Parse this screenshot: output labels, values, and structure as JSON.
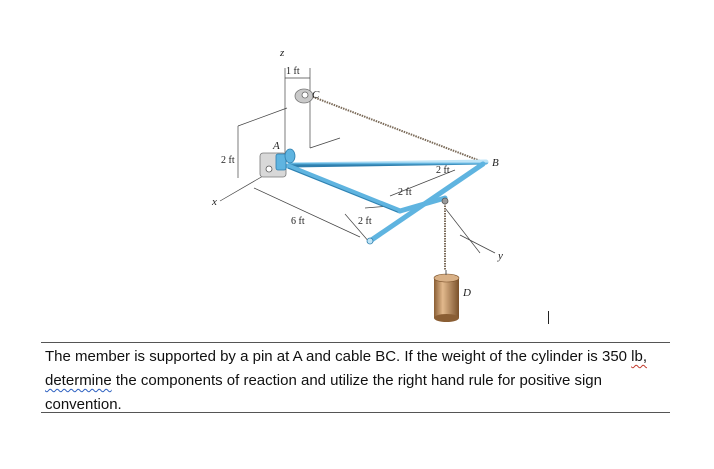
{
  "figure": {
    "labels": {
      "z": "z",
      "x": "x",
      "y": "y",
      "A": "A",
      "B": "B",
      "C": "C",
      "D": "D",
      "dim_top": "1 ft",
      "dim_left": "2 ft",
      "dim_6ft": "6 ft",
      "dim_2ft_a": "2 ft",
      "dim_2ft_b": "2 ft",
      "dim_2ft_c": "2 ft"
    },
    "colors": {
      "member": "#5fb4e0",
      "member_edge": "#2f7fae",
      "cable": "#7a6a58",
      "cylinder": "#b98b5c",
      "line": "#444444"
    }
  },
  "problem": {
    "line1_a": "The member is supported by a pin at A and cable BC.  If the weight of the cylinder is 350 ",
    "line1_b": "lb,",
    "line2_a": "determine",
    "line2_b": " the components of reaction and utilize the right hand rule for positive sign",
    "line3": "convention."
  }
}
